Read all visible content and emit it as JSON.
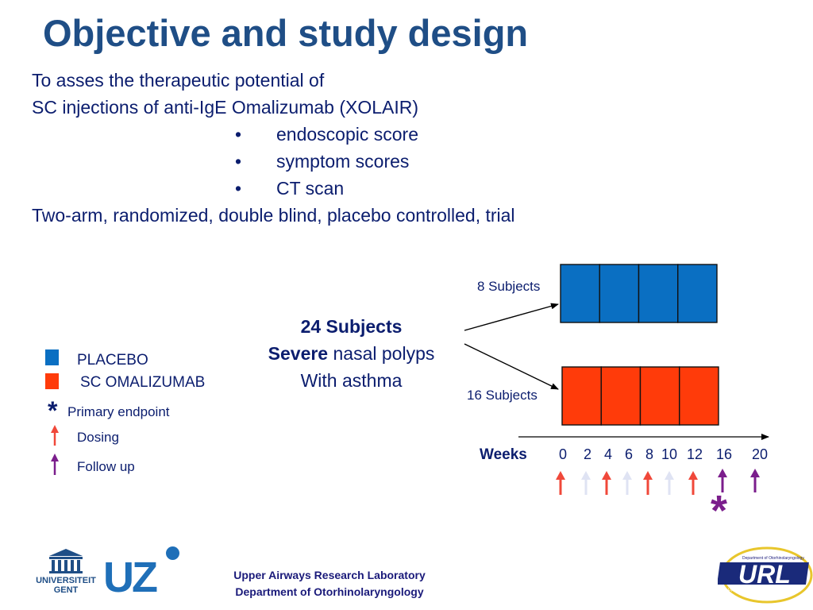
{
  "title": "Objective and study design",
  "intro": {
    "line1": "To asses the therapeutic potential of",
    "line2": "SC injections of anti-IgE Omalizumab (XOLAIR)",
    "bullets": [
      "endoscopic score",
      "symptom scores",
      "CT scan"
    ],
    "line3": "Two-arm, randomized, double blind, placebo controlled, trial"
  },
  "center": {
    "subjects": "24 Subjects",
    "severe": "Severe",
    "nasal": " nasal polyps",
    "asthma": "With asthma"
  },
  "arms": {
    "placebo_label": "8 Subjects",
    "omalizumab_label": "16 Subjects",
    "placebo_color": "#0a6fc2",
    "omalizumab_color": "#ff3b0a",
    "segments": 4
  },
  "legend": {
    "placebo": "PLACEBO",
    "omalizumab": "SC OMALIZUMAB",
    "primary_mark": "*",
    "primary": "Primary endpoint",
    "dosing": "Dosing",
    "followup": "Follow up",
    "dosing_color": "#f0483a",
    "followup_color": "#7b1e8c"
  },
  "timeline": {
    "label": "Weeks",
    "weeks": [
      "0",
      "2",
      "4",
      "6",
      "8",
      "10",
      "12",
      "16",
      "20"
    ],
    "markers": [
      "dosing",
      "faded",
      "dosing",
      "faded",
      "dosing",
      "faded",
      "dosing",
      "followup",
      "followup"
    ],
    "endpoint_mark": "*",
    "faded_color": "#dfe3f3"
  },
  "footer": {
    "line1": "Upper Airways Research Laboratory",
    "line2": "Department of Otorhinolaryngology"
  },
  "logos": {
    "ugent": [
      "UNIVERSITEIT",
      "GENT"
    ],
    "uz": "UZ",
    "url": "URL",
    "url_top": "Department of Otorhinolaryngology",
    "url_bottom": "Upper Airways Research Laboratory"
  }
}
